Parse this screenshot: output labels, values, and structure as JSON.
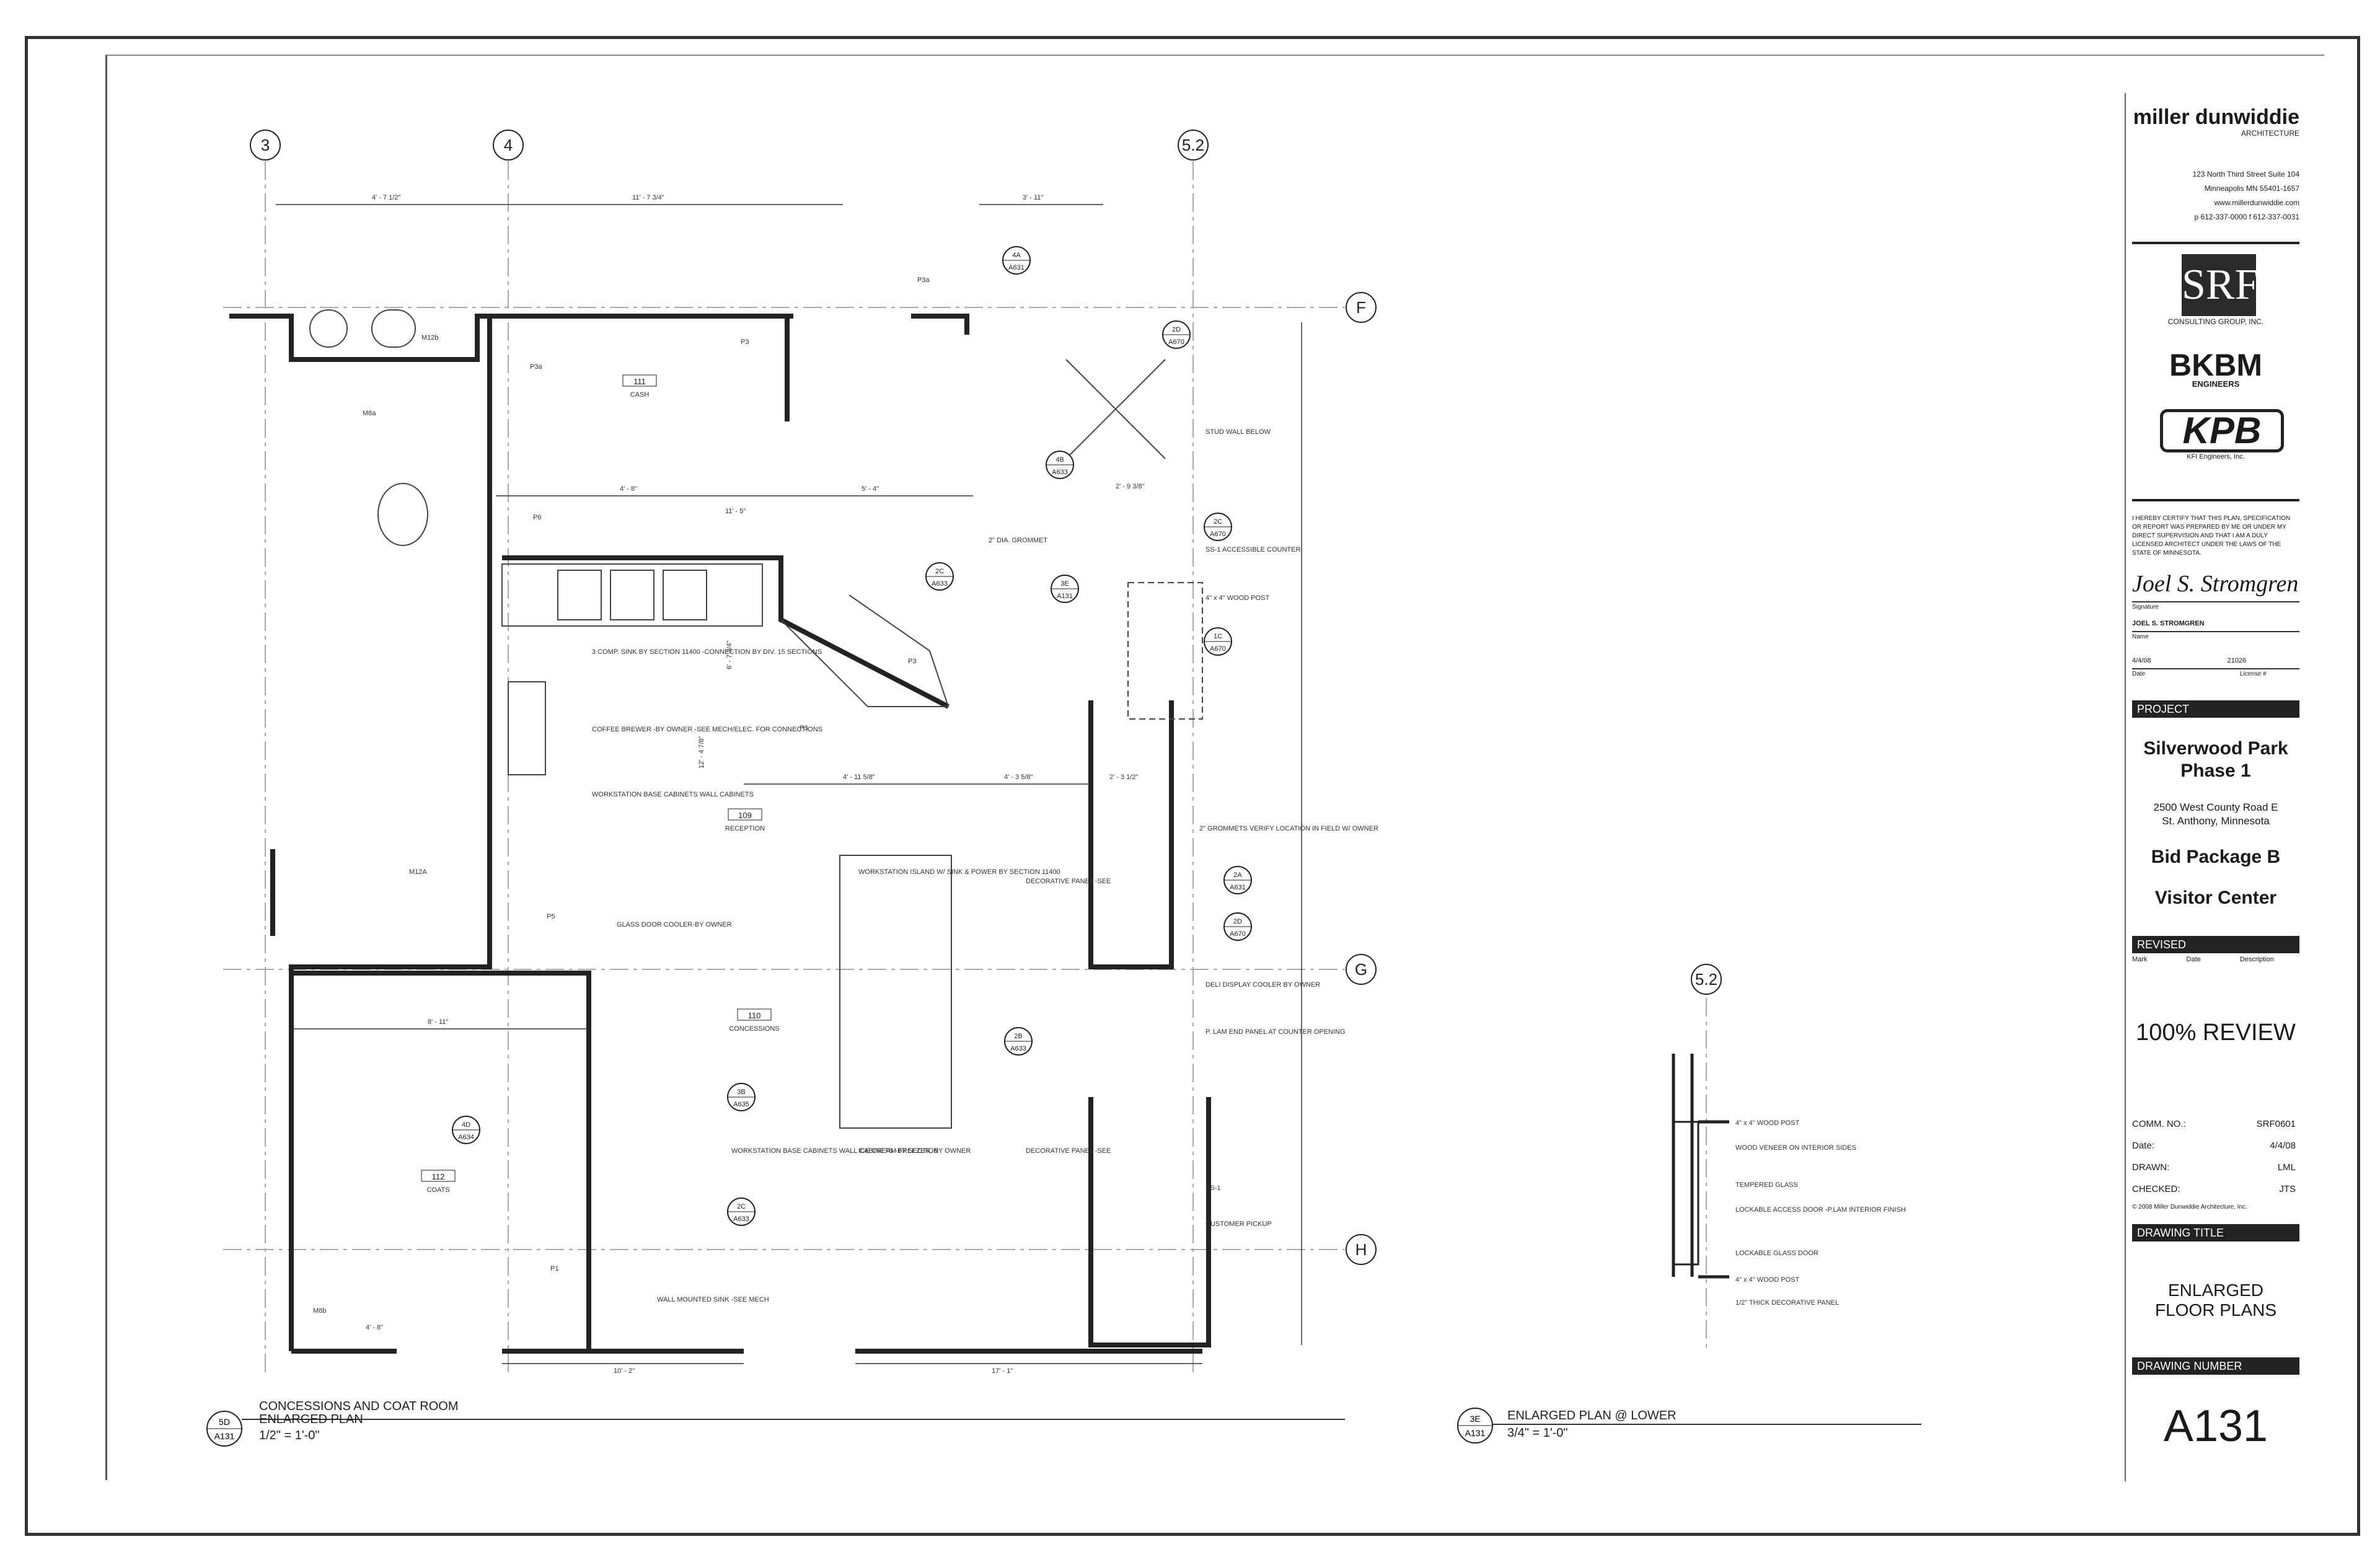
{
  "title_block": {
    "firm": "miller dunwiddie",
    "firm_sub": "ARCHITECTURE",
    "address": [
      "123 North Third Street Suite 104",
      "Minneapolis MN 55401-1657",
      "www.millerdunwiddie.com",
      "p 612-337-0000  f 612-337-0031"
    ],
    "consultant1": "SRF",
    "consultant1_sub": "CONSULTING GROUP, INC.",
    "consultant2": "BKBM",
    "consultant2_sub": "ENGINEERS",
    "consultant3": "KPB",
    "consultant3_sub": [
      "KFI Engineers, Inc.",
      "",
      ""
    ],
    "certification": "I HEREBY CERTIFY THAT THIS PLAN, SPECIFICATION OR REPORT WAS PREPARED BY ME OR UNDER MY DIRECT SUPERVISION AND THAT I AM A DULY LICENSED ARCHITECT UNDER THE LAWS OF THE STATE OF MINNESOTA.",
    "signature_label": "Signature",
    "architect_name": "JOEL S. STROMGREN",
    "name_label": "Name",
    "date_value": "4/4/08",
    "date_label": "Date",
    "license_value": "21026",
    "license_label": "License #",
    "project_label": "PROJECT",
    "project_name_1": "Silverwood Park",
    "project_name_2": "Phase 1",
    "project_address_1": "2500 West County Road E",
    "project_address_2": "St. Anthony, Minnesota",
    "bid_package": "Bid Package B",
    "building": "Visitor Center",
    "revised_label": "REVISED",
    "rev_cols": [
      "Mark",
      "Date",
      "Description"
    ],
    "review_status": "100% REVIEW",
    "info": [
      {
        "label": "COMM. NO.:",
        "value": "SRF0601"
      },
      {
        "label": "Date:",
        "value": "4/4/08"
      },
      {
        "label": "DRAWN:",
        "value": "LML"
      },
      {
        "label": "CHECKED:",
        "value": "JTS"
      }
    ],
    "copyright": "© 2008 Miller Dunwiddie Architecture, Inc.",
    "drawing_title_label": "DRAWING TITLE",
    "drawing_title_1": "ENLARGED",
    "drawing_title_2": "FLOOR PLANS",
    "drawing_number_label": "DRAWING NUMBER",
    "drawing_number": "A131"
  },
  "plan": {
    "grid_cols": [
      "3",
      "4",
      "5.2"
    ],
    "grid_rows": [
      "F",
      "G",
      "H"
    ],
    "grid_52b": "5.2",
    "rooms": [
      {
        "num": "111",
        "name": "CASH"
      },
      {
        "num": "109",
        "name": "RECEPTION"
      },
      {
        "num": "110",
        "name": "CONCESSIONS"
      },
      {
        "num": "112",
        "name": "COATS"
      }
    ],
    "dims": [
      "4' - 7 1/2\"",
      "11' - 7 3/4\"",
      "3' - 11\"",
      "4' - 8\"",
      "5' - 4\"",
      "11' - 5\"",
      "4' - 11 5/8\"",
      "4' - 3 5/8\"",
      "2' - 3 1/2\"",
      "8' - 11\"",
      "4' - 8\"",
      "10' - 2\"",
      "17' - 1\"",
      "6' - 7 3/4\"",
      "12' - 4 7/8\"",
      "2' - 9 3/8\""
    ],
    "notes": [
      "3 COMP. SINK BY SECTION 11400 -CONNECTION BY DIV. 15 SECTIONS",
      "COFFEE BREWER -BY OWNER -SEE MECH/ELEC. FOR CONNECTIONS",
      "WORKSTATION BASE CABINETS WALL CABINETS",
      "GLASS DOOR COOLER-BY OWNER",
      "WORKSTATION ISLAND W/ SINK & POWER BY SECTION 11400",
      "ICE CREAM FREEZER, BY OWNER",
      "WORKSTATION BASE CABINETS WALL CABINETS -BY SECTION",
      "WALL MOUNTED SINK -SEE MECH",
      "2\" DIA. GROMMET",
      "SS-1 ACCESSIBLE COUNTER",
      "4\" x 4\" WOOD POST",
      "STUD WALL BELOW",
      "DECORATIVE PANEL -SEE",
      "2\" GROMMETS VERIFY LOCATION IN FIELD W/ OWNER",
      "DELI DISPLAY COOLER BY OWNER",
      "P. LAM END PANEL AT COUNTER OPENING",
      "CUSTOMER PICKUP",
      "SS-1"
    ],
    "tags": [
      "P3",
      "P3a",
      "P6",
      "P5",
      "P1",
      "M12b",
      "M8a",
      "M12A",
      "M8b"
    ],
    "callouts": [
      {
        "id": "4A",
        "sheet": "A631"
      },
      {
        "id": "2D",
        "sheet": "A670"
      },
      {
        "id": "4B",
        "sheet": "A633"
      },
      {
        "id": "2C",
        "sheet": "A633"
      },
      {
        "id": "3E",
        "sheet": "A131"
      },
      {
        "id": "2C",
        "sheet": "A670"
      },
      {
        "id": "1C",
        "sheet": "A670"
      },
      {
        "id": "2A",
        "sheet": "A631"
      },
      {
        "id": "2D",
        "sheet": "A670"
      },
      {
        "id": "2B",
        "sheet": "A633"
      },
      {
        "id": "4D",
        "sheet": "A634"
      },
      {
        "id": "3B",
        "sheet": "A635"
      },
      {
        "id": "2C",
        "sheet": "A633"
      }
    ],
    "detail_notes": [
      "4\" x 4\" WOOD POST",
      "WOOD VENEER ON INTERIOR SIDES",
      "TEMPERED GLASS",
      "LOCKABLE ACCESS DOOR -P.LAM INTERIOR FINISH",
      "LOCKABLE GLASS DOOR",
      "4\" x 4\" WOOD POST",
      "1/2\" THICK DECORATIVE PANEL"
    ],
    "view1": {
      "id": "5D",
      "sheet": "A131",
      "title_1": "CONCESSIONS AND COAT ROOM",
      "title_2": "ENLARGED PLAN",
      "scale": "1/2\" = 1'-0\""
    },
    "view2": {
      "id": "3E",
      "sheet": "A131",
      "title_1": "ENLARGED PLAN @ LOWER",
      "scale": "3/4\" = 1'-0\""
    }
  }
}
